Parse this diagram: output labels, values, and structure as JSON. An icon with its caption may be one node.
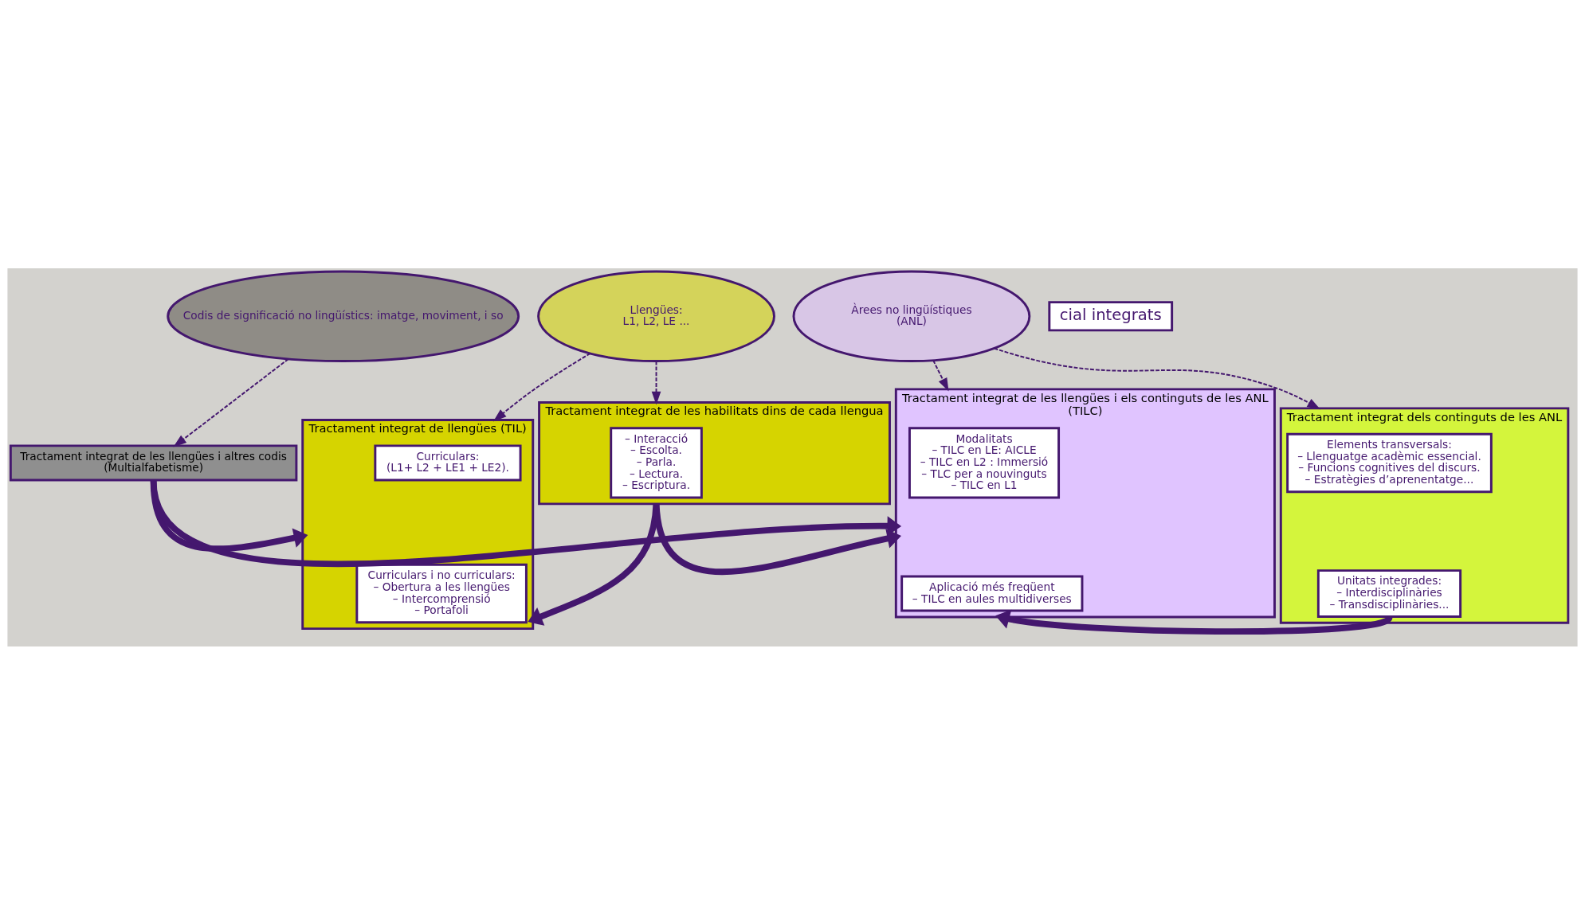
{
  "diagram": {
    "nodes": [
      {
        "text": [
          "Codis de significació no lingüístics: imatge, moviment, i so"
        ]
      },
      {
        "text": [
          "Llengües:",
          "L1, L2, LE ..."
        ]
      },
      {
        "text": [
          "Àrees no lingüístiques",
          "(ANL)"
        ]
      },
      {
        "text": [
          "Tractament integrat de les llengües i altres codis",
          "(Multialfabetisme)"
        ]
      },
      {
        "text": [
          "Tractament integrat de les habilitats dins de cada llengua"
        ]
      },
      {
        "text": [
          "– Interacció",
          "– Escolta.",
          "– Parla.",
          "– Lectura.",
          "– Escriptura."
        ],
        "in": 4
      },
      {
        "text": [
          "Tractament integrat de llengües (TIL)"
        ]
      },
      {
        "text": [
          "Curriculars:",
          "(L1+ L2 + LE1 + LE2)."
        ],
        "in": 6
      },
      {
        "text": [
          "Curriculars i no curriculars:",
          "– Obertura a les llengües",
          "– Intercomprensió",
          "– Portafoli"
        ],
        "in": 6
      },
      {
        "text": [
          "Tractament integrat de les llengües i els continguts de les ANL",
          "(TILC)"
        ]
      },
      {
        "text": [
          "Modalitats",
          "– TILC en LE: AICLE",
          "– TILC en L2 : Immersió",
          "– TLC per a nouvinguts",
          "– TILC en L1"
        ],
        "in": 9
      },
      {
        "text": [
          "Aplicació més freqüent",
          "– TILC en aules multidiverses"
        ],
        "in": 9
      },
      {
        "text": [
          "Tractament integrat dels continguts de les ANL"
        ]
      },
      {
        "text": [
          "Elements transversals:",
          "– Llenguatge acadèmic essencial.",
          "– Funcions cognitives del discurs.",
          "– Estratègies d’aprenentatge..."
        ],
        "in": 12
      },
      {
        "text": [
          "Unitats integrades:",
          "– Interdisciplinàries",
          "– Transdisciplinàries..."
        ],
        "in": 12
      }
    ],
    "edges": [
      {
        "from": 0,
        "to": 3,
        "arrow": "to",
        "style": "dashed"
      },
      {
        "from": 1,
        "to": 4,
        "arrow": "to",
        "style": "dashed"
      },
      {
        "from": 1,
        "to": 6,
        "arrow": "to",
        "style": "dashed"
      },
      {
        "from": 2,
        "to": 9,
        "arrow": "to",
        "style": "dashed"
      },
      {
        "from": 2,
        "to": 12,
        "arrow": "to",
        "style": "dashed"
      },
      {
        "from": 3,
        "to": 6,
        "arrow": "to",
        "style": "thick"
      },
      {
        "from": 3,
        "to": 9,
        "arrow": "to",
        "style": "thick"
      },
      {
        "from": 4,
        "to": 6,
        "arrow": "to",
        "style": "thick"
      },
      {
        "from": 4,
        "to": 9,
        "arrow": "to",
        "style": "thick"
      },
      {
        "from": 14,
        "to": 9,
        "arrow": "to",
        "style": "thick"
      }
    ],
    "labels": [
      "cial integrats"
    ]
  }
}
